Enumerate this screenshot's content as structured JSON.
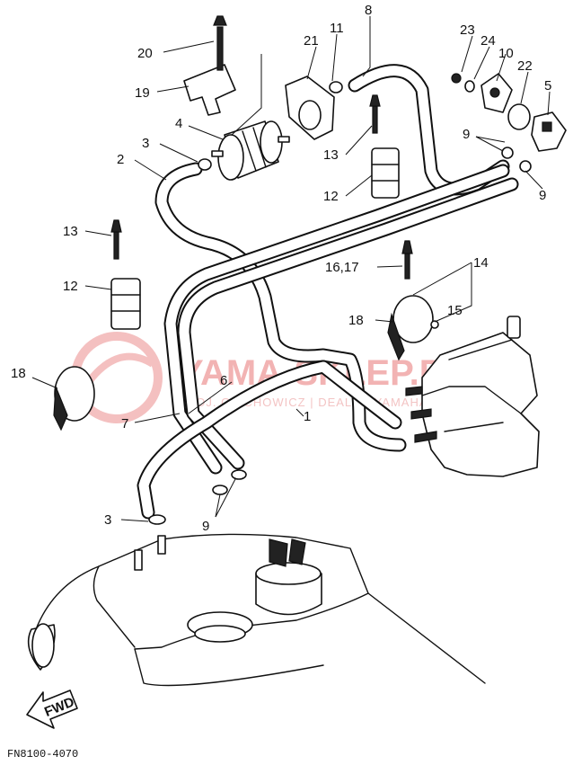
{
  "watermark": {
    "brand": "YAMA-SKLEP.PL",
    "subtitle": "WOJ. GIECHOWICZ | DEALER YAMAHA"
  },
  "footer_code": "FN8100-4070",
  "fwd_label": "FWD",
  "callouts": [
    {
      "id": "c20",
      "text": "20"
    },
    {
      "id": "c21",
      "text": "21"
    },
    {
      "id": "c11",
      "text": "11"
    },
    {
      "id": "c8",
      "text": "8"
    },
    {
      "id": "c23",
      "text": "23"
    },
    {
      "id": "c24",
      "text": "24"
    },
    {
      "id": "c10",
      "text": "10"
    },
    {
      "id": "c22",
      "text": "22"
    },
    {
      "id": "c5",
      "text": "5"
    },
    {
      "id": "c19",
      "text": "19"
    },
    {
      "id": "c4",
      "text": "4"
    },
    {
      "id": "c3a",
      "text": "3"
    },
    {
      "id": "c2",
      "text": "2"
    },
    {
      "id": "c13a",
      "text": "13"
    },
    {
      "id": "c12a",
      "text": "12"
    },
    {
      "id": "c9a",
      "text": "9"
    },
    {
      "id": "c9b",
      "text": "9"
    },
    {
      "id": "c13b",
      "text": "13"
    },
    {
      "id": "c12b",
      "text": "12"
    },
    {
      "id": "c1617",
      "text": "16,17"
    },
    {
      "id": "c14",
      "text": "14"
    },
    {
      "id": "c15",
      "text": "15"
    },
    {
      "id": "c18a",
      "text": "18"
    },
    {
      "id": "c18b",
      "text": "18"
    },
    {
      "id": "c6",
      "text": "6"
    },
    {
      "id": "c7",
      "text": "7"
    },
    {
      "id": "c1",
      "text": "1"
    },
    {
      "id": "c3b",
      "text": "3"
    },
    {
      "id": "c9c",
      "text": "9"
    }
  ]
}
